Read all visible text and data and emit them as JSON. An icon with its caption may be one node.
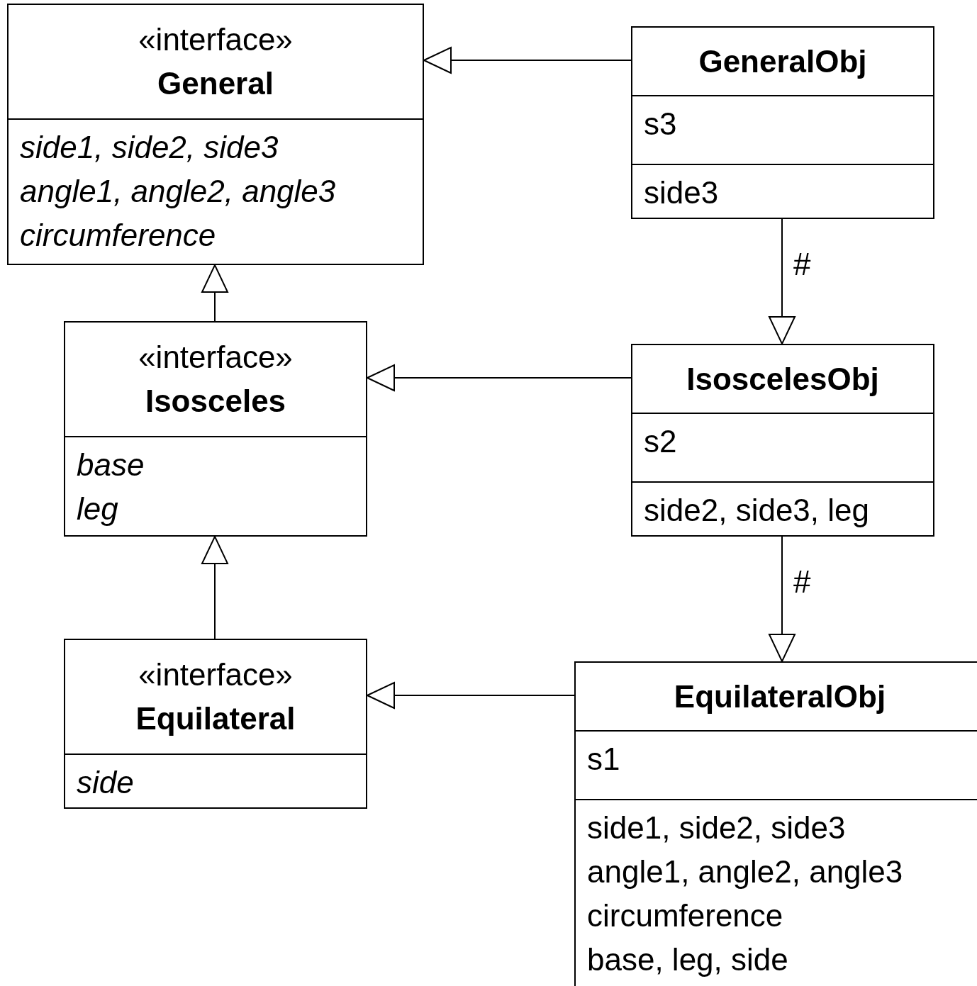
{
  "diagram": {
    "nodes": [
      {
        "text": [
          "«interface»",
          "General",
          "side1, side2, side3",
          "angle1, angle2, angle3",
          "circumference"
        ]
      },
      {
        "text": [
          "GeneralObj",
          "s3",
          "side3"
        ]
      },
      {
        "text": [
          "«interface»",
          "Isosceles",
          "base",
          "leg"
        ]
      },
      {
        "text": [
          "IsoscelesObj",
          "s2",
          "side2, side3, leg"
        ]
      },
      {
        "text": [
          "«interface»",
          "Equilateral",
          "side"
        ]
      },
      {
        "text": [
          "EquilateralObj",
          "s1",
          "side1, side2, side3",
          "angle1, angle2, angle3",
          "circumference",
          "base, leg, side"
        ]
      }
    ],
    "edges": [
      {
        "from": 1,
        "to": 0,
        "arrow": "to"
      },
      {
        "from": 2,
        "to": 0,
        "arrow": "to"
      },
      {
        "from": 3,
        "to": 2,
        "arrow": "to"
      },
      {
        "from": 4,
        "to": 2,
        "arrow": "to"
      },
      {
        "from": 5,
        "to": 4,
        "arrow": "to"
      },
      {
        "from": 1,
        "to": 3,
        "arrow": "to",
        "label": "#"
      },
      {
        "from": 3,
        "to": 5,
        "arrow": "to",
        "label": "#"
      }
    ]
  }
}
